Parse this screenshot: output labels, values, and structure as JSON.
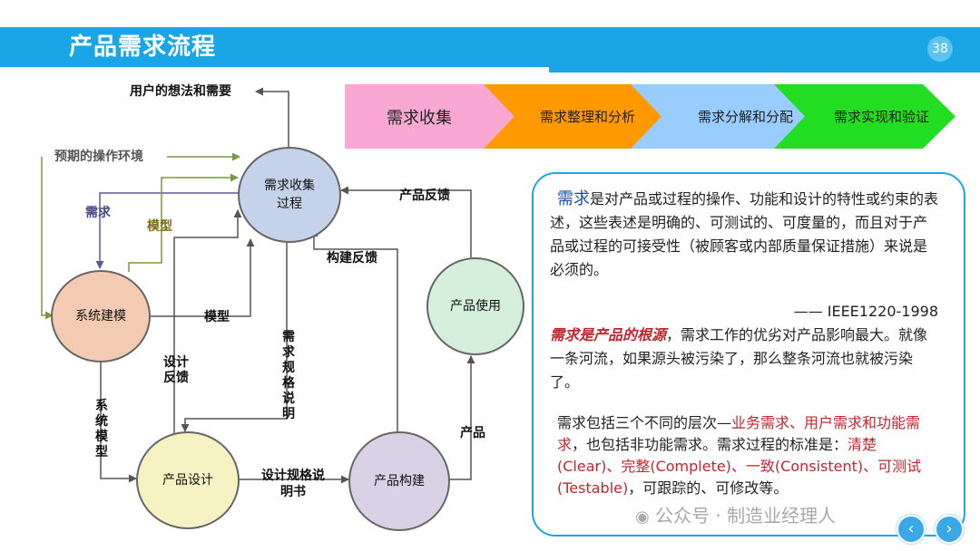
{
  "header": {
    "title": "产品需求流程",
    "page_number": "38"
  },
  "stages": [
    {
      "label": "需求收集",
      "color": "#f9a8d4"
    },
    {
      "label": "需求整理和分析",
      "color": "#ff9900"
    },
    {
      "label": "需求分解和分配",
      "color": "#99ccff"
    },
    {
      "label": "需求实现和验证",
      "color": "#22dd22"
    }
  ],
  "diagram": {
    "nodes": {
      "collect": "需求收集过程",
      "model": "系统建模",
      "design": "产品设计",
      "build": "产品构建",
      "use": "产品使用"
    },
    "labels": {
      "user_ideas": "用户的想法和需要",
      "env": "预期的操作环境",
      "req": "需求",
      "model_top": "模型",
      "model_mid": "模型",
      "product_feedback": "产品反馈",
      "build_feedback": "构建反馈",
      "design_feedback": "设计反馈",
      "req_spec": "需求规格说明",
      "sys_model": "系统模型",
      "design_spec": "设计规格说明书",
      "product": "产品"
    }
  },
  "info": {
    "def_term": "需求",
    "def_rest": "是对产品或过程的操作、功能和设计的特性或约束的表述，这些表述是明确的、可测试的、可度量的，而且对于产品或过程的可接受性（被顾客或内部质量保证措施）来说是必须的。",
    "source": "—— IEEE1220-1998",
    "root_term": "需求是产品的根源",
    "root_rest": "，需求工作的优劣对产品影响最大。就像一条河流，如果源头被污染了，那么整条河流也就被污染了。",
    "levels_pre": "需求包括三个不同的层次—",
    "levels_red": "业务需求、用户需求和功能需求",
    "levels_mid": "，也包括非功能需求。需求过程的标准是：",
    "criteria_red": "清楚(Clear)、完整(Complete)、一致(Consistent)、可测试(Testable)",
    "criteria_end": "，可跟踪的、可修改等。"
  },
  "watermark": "公众号 · 制造业经理人",
  "nav": {
    "prev": "‹",
    "next": "›"
  }
}
